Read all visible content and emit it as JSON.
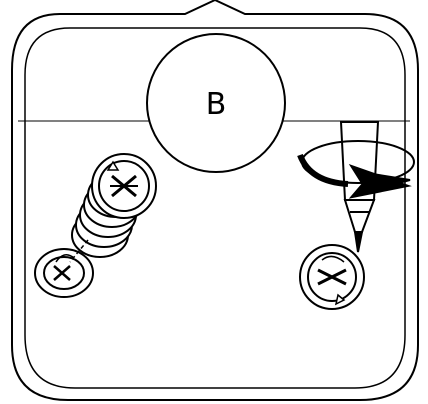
{
  "step": {
    "label": "B"
  },
  "illustration": {
    "left": "cam-lock-fitting-exploded-and-screw",
    "right": "screwdriver-turning-cam-lock-clockwise",
    "icons": [
      "cam-lock-housing-icon",
      "cam-lock-disc-icon",
      "screwdriver-icon",
      "rotation-arrow-icon"
    ]
  },
  "colors": {
    "stroke": "#000000",
    "fill": "#ffffff"
  }
}
